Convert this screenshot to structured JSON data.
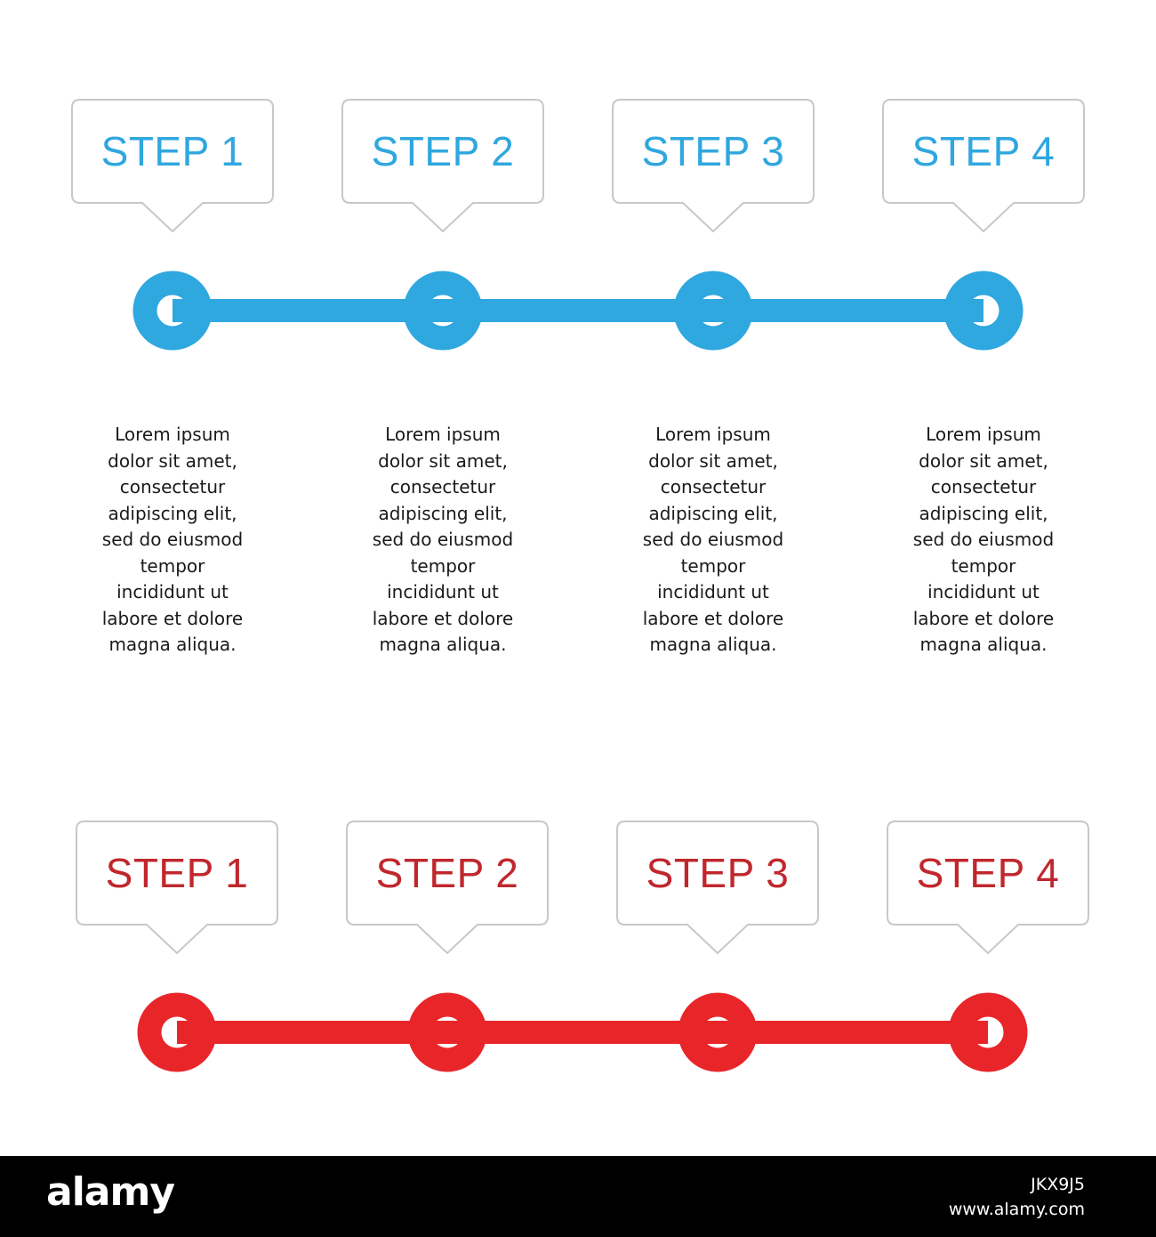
{
  "colors": {
    "blue": "#2fa7df",
    "red": "#e8262a",
    "bubble_border": "#c8c8c8",
    "step_text_red": "#c0272d"
  },
  "timelines": [
    {
      "color": "#2fa7df",
      "steps": [
        {
          "label": "STEP 1",
          "text": "Lorem ipsum\ndolor sit amet,\nconsectetur\nadipiscing elit,\nsed do eiusmod\ntempor\nincididunt ut\nlabore et dolore\nmagna aliqua."
        },
        {
          "label": "STEP 2",
          "text": "Lorem ipsum\ndolor sit amet,\nconsectetur\nadipiscing elit,\nsed do eiusmod\ntempor\nincididunt ut\nlabore et dolore\nmagna aliqua."
        },
        {
          "label": "STEP 3",
          "text": "Lorem ipsum\ndolor sit amet,\nconsectetur\nadipiscing elit,\nsed do eiusmod\ntempor\nincididunt ut\nlabore et dolore\nmagna aliqua."
        },
        {
          "label": "STEP 4",
          "text": "Lorem ipsum\ndolor sit amet,\nconsectetur\nadipiscing elit,\nsed do eiusmod\ntempor\nincididunt ut\nlabore et dolore\nmagna aliqua."
        }
      ]
    },
    {
      "color": "#e8262a",
      "steps": [
        {
          "label": "STEP 1"
        },
        {
          "label": "STEP 2"
        },
        {
          "label": "STEP 3"
        },
        {
          "label": "STEP 4"
        }
      ]
    }
  ],
  "footer": {
    "brand": "alamy",
    "image_id": "JKX9J5",
    "url": "www.alamy.com"
  }
}
